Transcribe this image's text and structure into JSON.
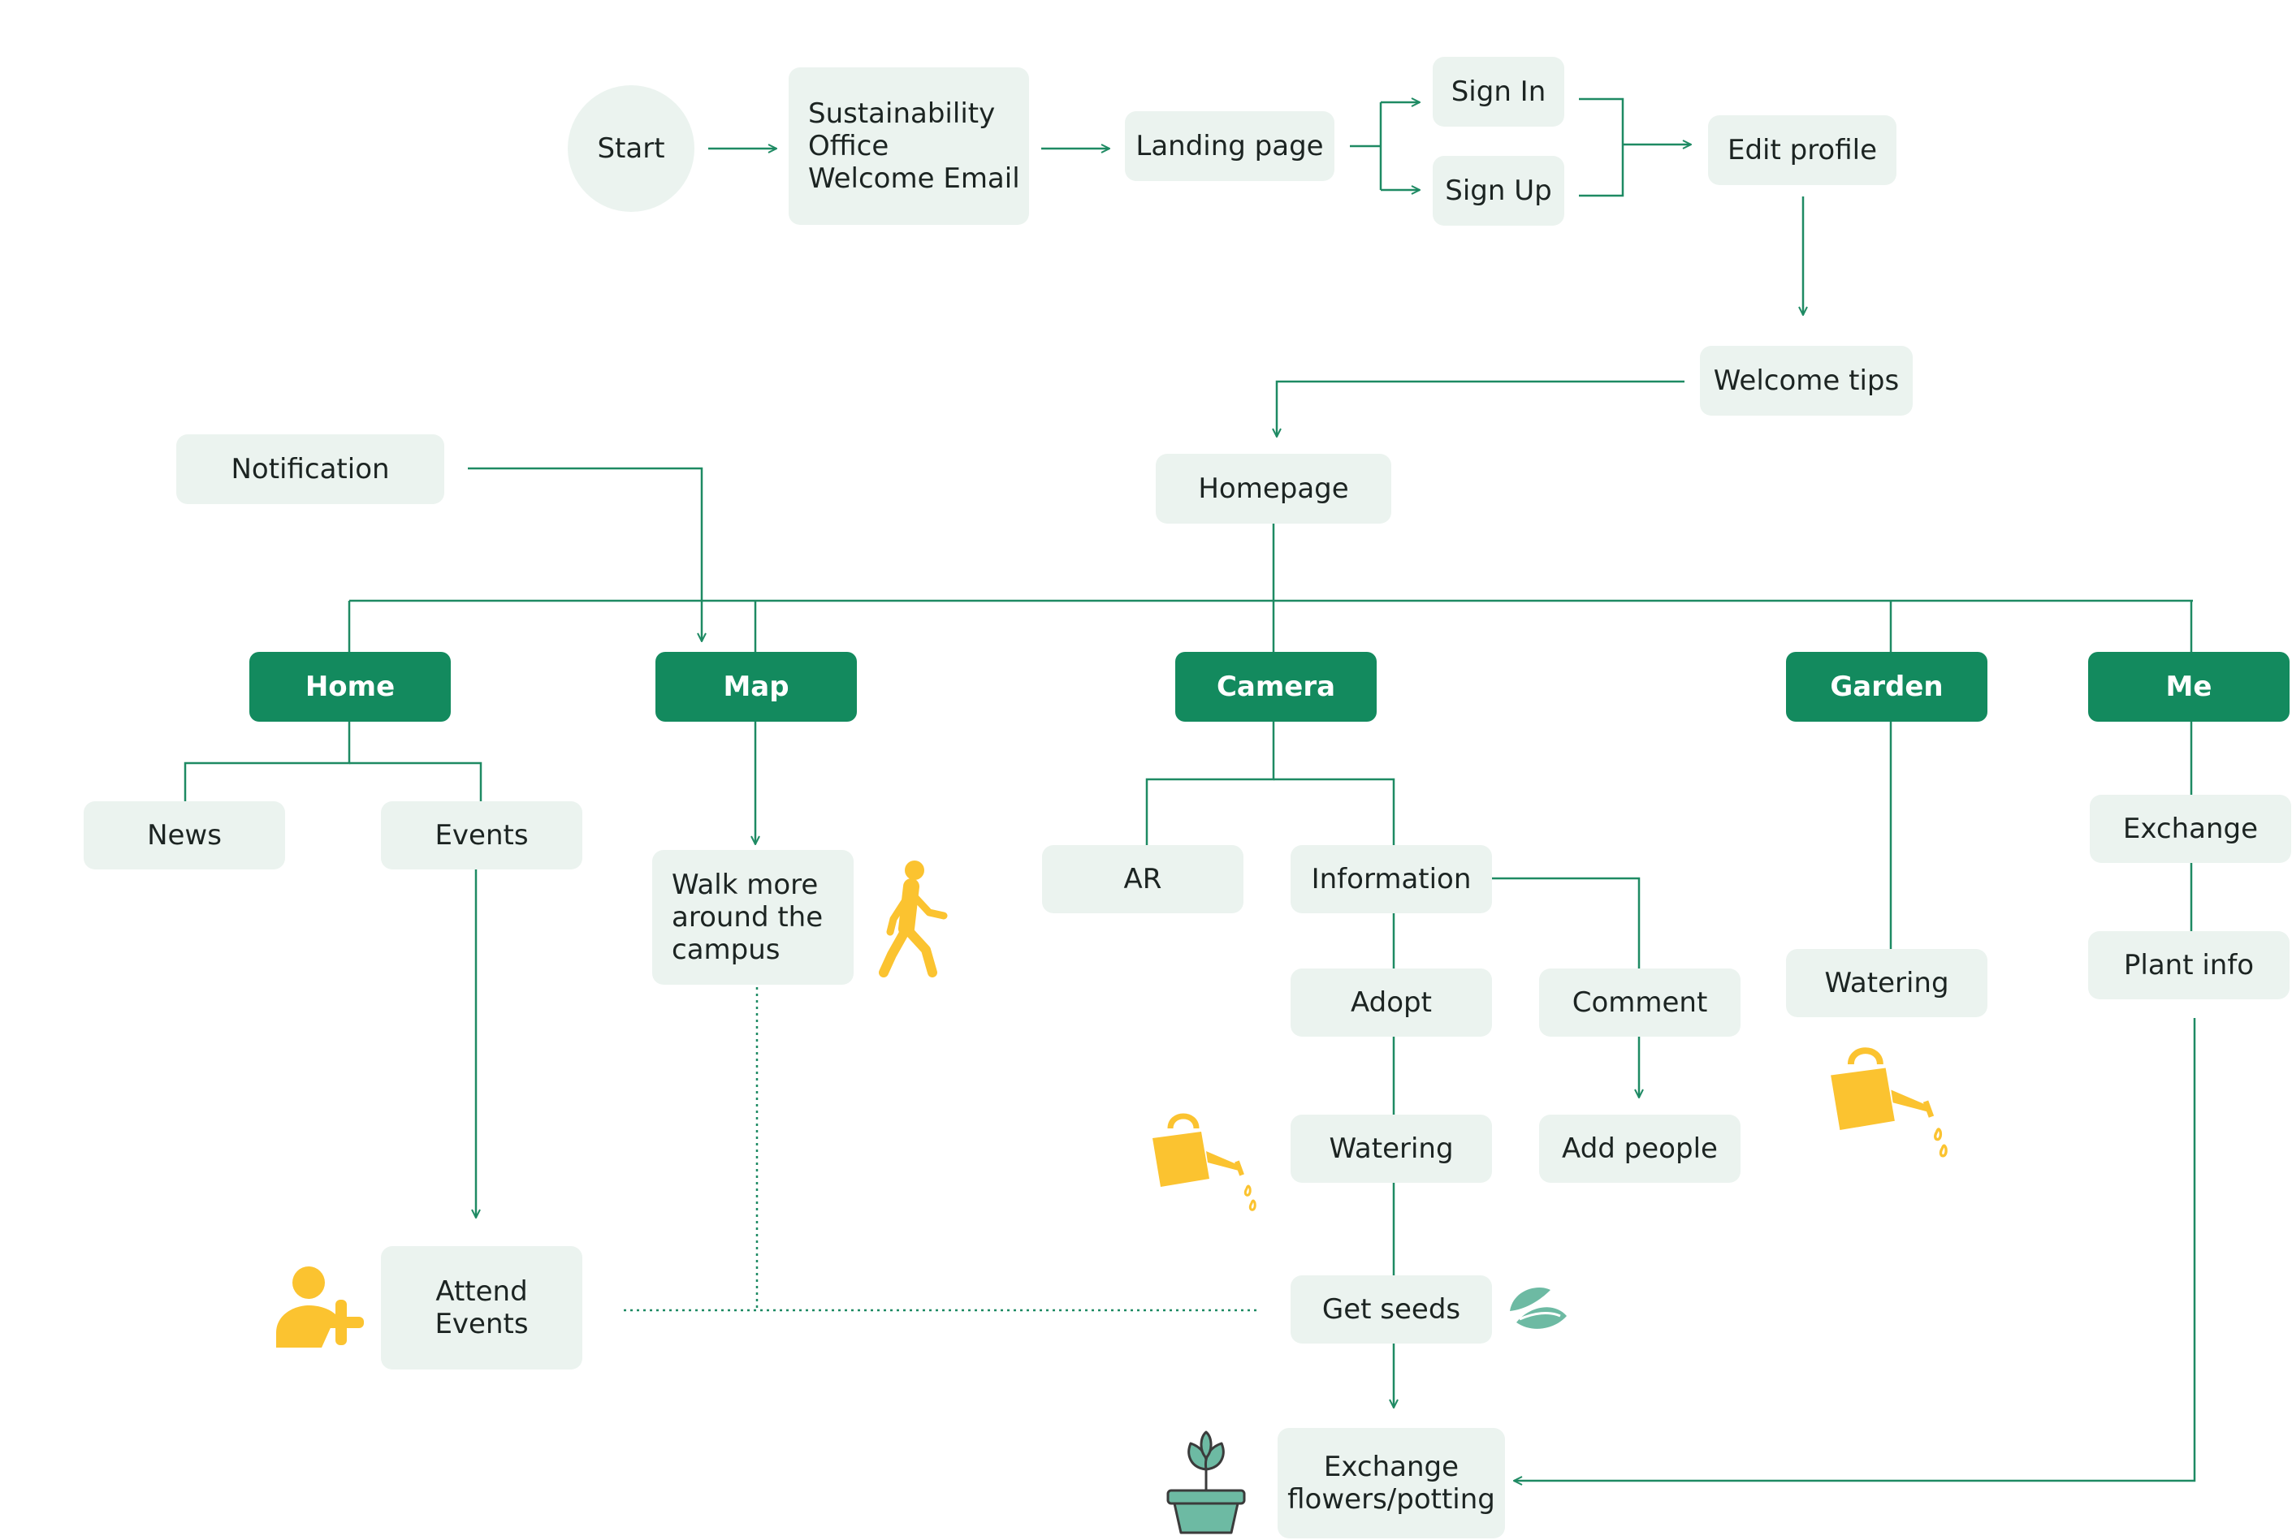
{
  "nodes": {
    "start": "Start",
    "welcome_email": "Sustainability\nOffice\nWelcome Email",
    "landing_page": "Landing page",
    "sign_in": "Sign In",
    "sign_up": "Sign Up",
    "edit_profile": "Edit profile",
    "welcome_tips": "Welcome tips",
    "homepage": "Homepage",
    "notification": "Notification",
    "news": "News",
    "events": "Events",
    "walk_more": "Walk more\naround the\ncampus",
    "ar": "AR",
    "information": "Information",
    "adopt": "Adopt",
    "comment": "Comment",
    "camera_watering": "Watering",
    "add_people": "Add people",
    "garden_watering": "Watering",
    "exchange": "Exchange",
    "plant_info": "Plant info",
    "attend_events": "Attend\nEvents",
    "get_seeds": "Get seeds",
    "exchange_flowers": "Exchange\nflowers/potting"
  },
  "tabs": {
    "home": "Home",
    "map": "Map",
    "camera": "Camera",
    "garden": "Garden",
    "me": "Me"
  },
  "colors": {
    "line": "#1e8a63",
    "node_fill": "#ebf3ef",
    "tab_fill": "#138a5e",
    "icon_yellow": "#fbc330",
    "icon_teal": "#6dbaa3"
  },
  "icons": [
    "walking-person-icon",
    "watering-can-icon",
    "add-person-icon",
    "seeds-leaf-icon",
    "potted-plant-icon"
  ]
}
